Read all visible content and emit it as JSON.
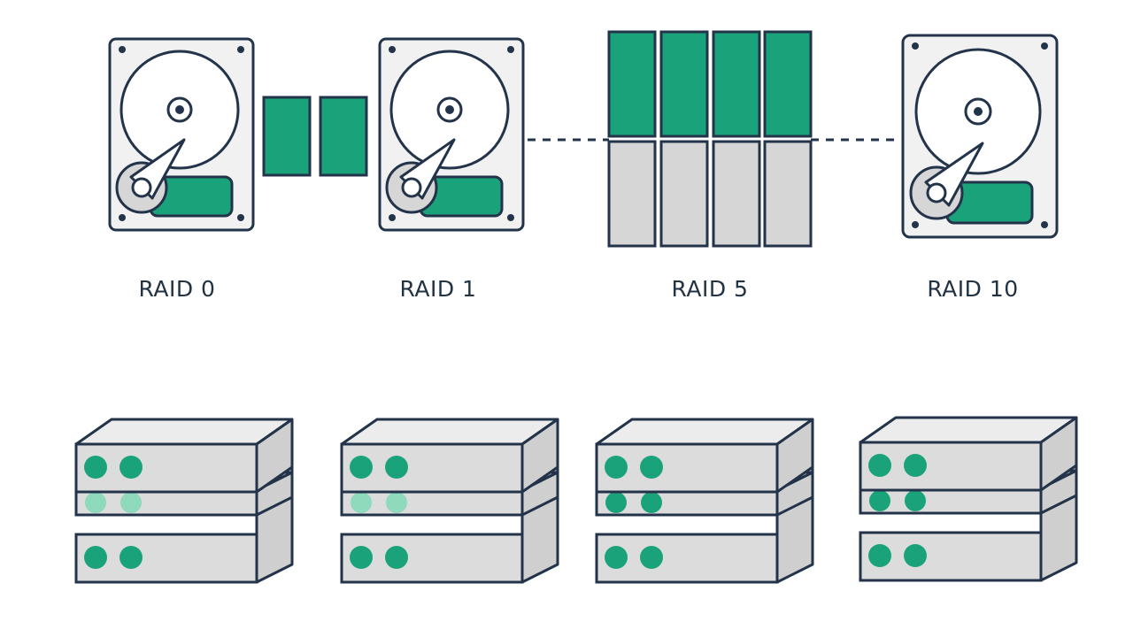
{
  "colors": {
    "stroke": "#23344a",
    "accent": "#1aa37a",
    "accent_faint": "#8fd9bd",
    "gray": "#d6d6d6",
    "plate": "#f1f1f1",
    "platter": "#ffffff",
    "box_face": "#dcdcdc",
    "box_top": "#ececec",
    "box_side": "#cfcfcf"
  },
  "labels": {
    "raid0": "RAID 0",
    "raid1": "RAID 1",
    "raid5": "RAID 5",
    "raid10": "RAID 10"
  },
  "icons": {
    "drives": [
      "hard-drive-icon",
      "hard-drive-icon",
      "hard-drive-icon"
    ],
    "blocks": "data-block-icon",
    "servers": "server-stack-icon"
  },
  "raid0_blocks": 2,
  "raid5_columns": 4
}
